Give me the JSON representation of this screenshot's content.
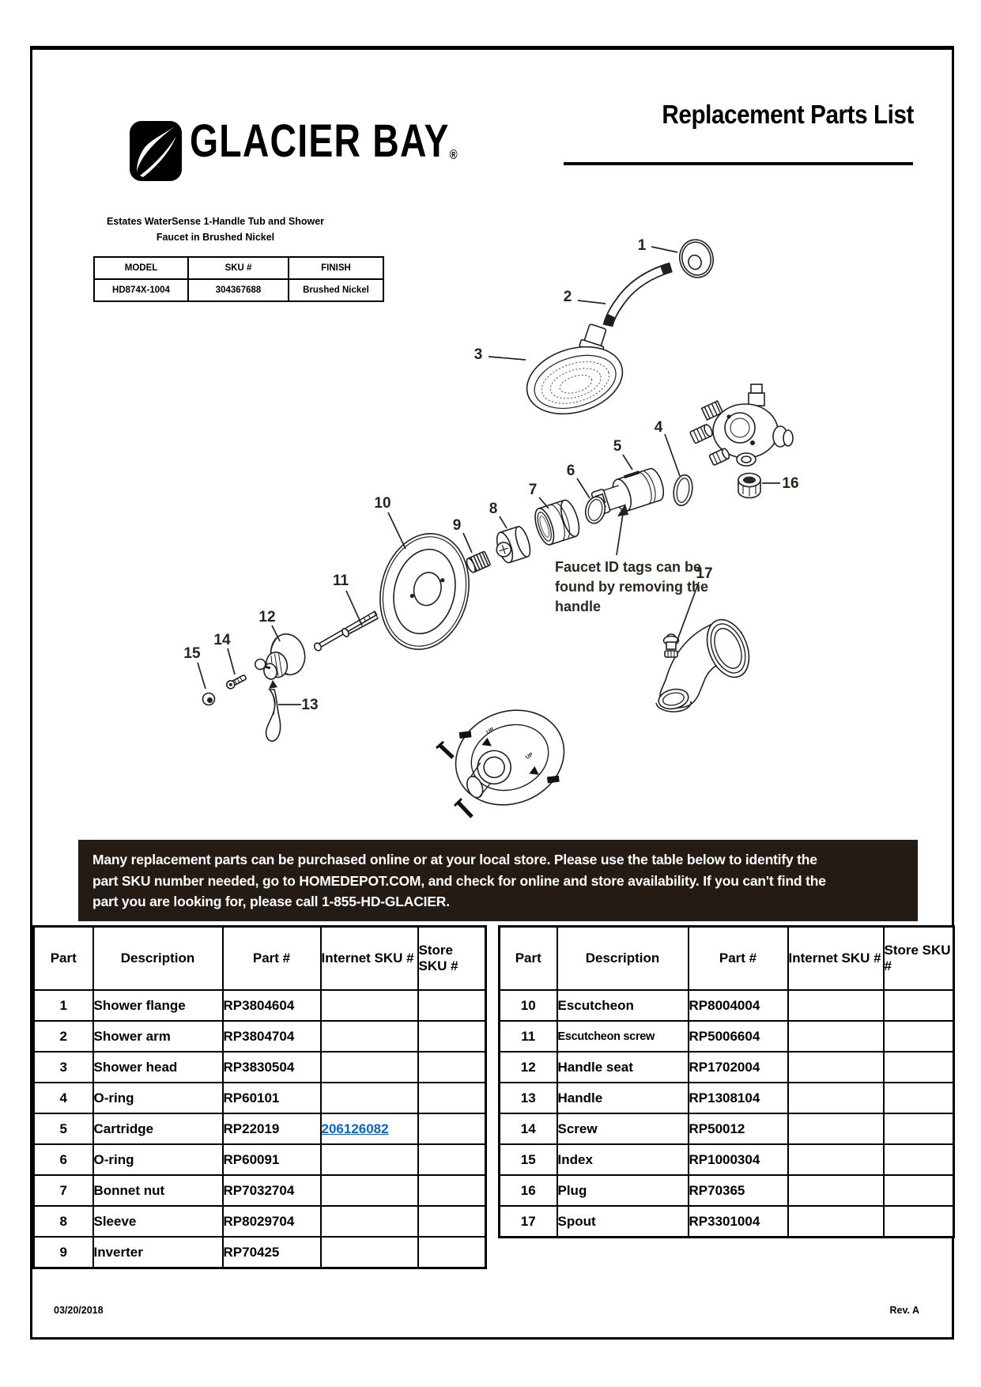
{
  "header": {
    "brand": "GLACIER BAY",
    "registered": "®",
    "title": "Replacement Parts List"
  },
  "product": {
    "line1": "Estates WaterSense 1-Handle Tub and Shower",
    "line2": "Faucet in Brushed Nickel"
  },
  "model_table": {
    "headers": [
      "MODEL",
      "SKU #",
      "FINISH"
    ],
    "row": [
      "HD874X-1004",
      "304367688",
      "Brushed Nickel"
    ]
  },
  "diagram": {
    "labels": [
      "1",
      "2",
      "3",
      "4",
      "5",
      "6",
      "7",
      "8",
      "9",
      "10",
      "11",
      "12",
      "13",
      "14",
      "15",
      "16",
      "17"
    ],
    "note": [
      "Faucet ID tags can be",
      "found by removing the",
      "handle"
    ],
    "up": "UP"
  },
  "banner": {
    "lines": [
      "Many replacement parts can be purchased online or at your local store. Please use the table below to identify the",
      "part SKU number needed, go to HOMEDEPOT.COM, and check for online and store availability. If you can't find the",
      "part you are looking for, please call 1-855-HD-GLACIER."
    ]
  },
  "parts": {
    "headers": [
      "Part",
      "Description",
      "Part #",
      "Internet SKU #",
      "Store SKU #"
    ],
    "left_rows": [
      [
        "1",
        "Shower flange",
        "RP3804604",
        "",
        ""
      ],
      [
        "2",
        "Shower arm",
        "RP3804704",
        "",
        ""
      ],
      [
        "3",
        "Shower head",
        "RP3830504",
        "",
        ""
      ],
      [
        "4",
        "O-ring",
        "RP60101",
        "",
        ""
      ],
      [
        "5",
        "Cartridge",
        "RP22019",
        "206126082",
        ""
      ],
      [
        "6",
        "O-ring",
        "RP60091",
        "",
        ""
      ],
      [
        "7",
        "Bonnet nut",
        "RP7032704",
        "",
        ""
      ],
      [
        "8",
        "Sleeve",
        "RP8029704",
        "",
        ""
      ],
      [
        "9",
        "Inverter",
        "RP70425",
        "",
        ""
      ]
    ],
    "right_rows": [
      [
        "10",
        "Escutcheon",
        "RP8004004",
        "",
        ""
      ],
      [
        "11",
        "Escutcheon screw",
        "RP5006604",
        "",
        ""
      ],
      [
        "12",
        "Handle seat",
        "RP1702004",
        "",
        ""
      ],
      [
        "13",
        "Handle",
        "RP1308104",
        "",
        ""
      ],
      [
        "14",
        "Screw",
        "RP50012",
        "",
        ""
      ],
      [
        "15",
        "Index",
        "RP1000304",
        "",
        ""
      ],
      [
        "16",
        "Plug",
        "RP70365",
        "",
        ""
      ],
      [
        "17",
        "Spout",
        "RP3301004",
        "",
        ""
      ]
    ]
  },
  "footer": {
    "date": "03/20/2018",
    "rev": "Rev. A"
  },
  "colors": {
    "banner_bg": "#241b15",
    "link": "#0c63cf",
    "line": "#1f1f1f"
  }
}
